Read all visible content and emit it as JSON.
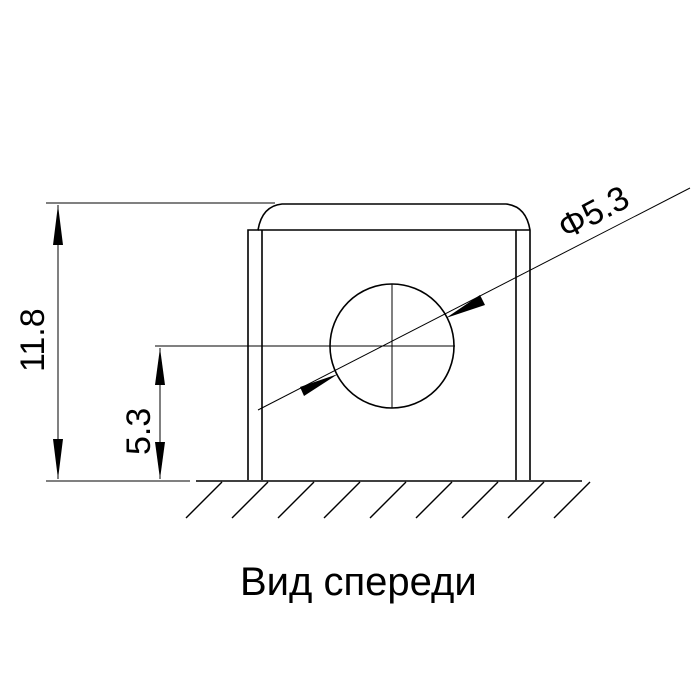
{
  "dimensions": {
    "height": "11.8",
    "hole_height": "5.3",
    "diameter": "Φ5.3"
  },
  "caption": "Вид спереди"
}
